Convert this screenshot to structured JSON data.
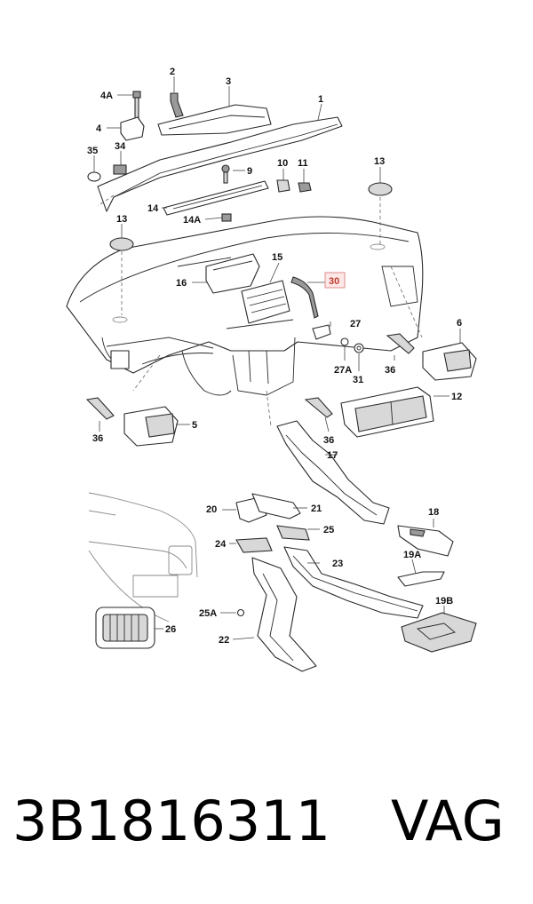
{
  "callouts": {
    "c1": "1",
    "c2": "2",
    "c3": "3",
    "c4": "4",
    "c4A": "4A",
    "c5": "5",
    "c6": "6",
    "c9": "9",
    "c10": "10",
    "c11": "11",
    "c12": "12",
    "c13a": "13",
    "c13b": "13",
    "c14": "14",
    "c14A": "14A",
    "c15": "15",
    "c16": "16",
    "c17": "17",
    "c18": "18",
    "c19A": "19A",
    "c19B": "19B",
    "c20": "20",
    "c21": "21",
    "c22": "22",
    "c23": "23",
    "c24": "24",
    "c25": "25",
    "c25A": "25A",
    "c26": "26",
    "c27": "27",
    "c27A": "27A",
    "c30": "30",
    "c31": "31",
    "c34": "34",
    "c35": "35",
    "c36a": "36",
    "c36b": "36",
    "c36c": "36"
  },
  "highlight_color": "#c0392b",
  "footer": {
    "part_number": "3B1816311",
    "brand": "VAG"
  }
}
